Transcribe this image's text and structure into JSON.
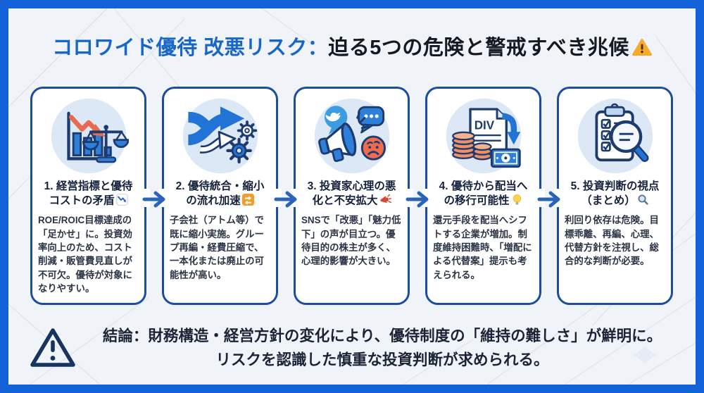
{
  "header": {
    "title_blue": "コロワイド優待 改悪リスク：",
    "title_dark": "迫る5つの危険と警戒すべき兆候",
    "title_emoji": "warning-emoji"
  },
  "cards": [
    {
      "title_line1": "1. 経営指標と優待",
      "title_line2": "コストの矛盾",
      "title_emoji": "chart-decreasing-emoji",
      "icon": "declining-chart-and-balance-scale-icon",
      "body": "ROE/ROIC目標達成の「足かせ」に。投資効率向上のため、コスト削減・販管費見直しが不可欠。優待が対象になりやすい。"
    },
    {
      "title_line1": "2. 優待統合・縮小",
      "title_line2": "の流れ加速",
      "title_emoji": "repeat-emoji",
      "icon": "merging-arrows-and-gears-icon",
      "body": "子会社（アトム等）で既に縮小実施。グループ再編・経費圧縮で、一本化または廃止の可能性が高い。"
    },
    {
      "title_line1": "3. 投資家心理の悪",
      "title_line2": "化と不安拡大",
      "title_emoji": "megaphone-emoji",
      "icon": "sns-megaphone-worried-face-icon",
      "body": "SNSで「改悪」「魅力低下」の声が目立つ。優待目的の株主が多く、心理的影響が大きい。"
    },
    {
      "title_line1": "4. 優待から配当へ",
      "title_line2": "の移行可能性",
      "title_emoji": "lightbulb-emoji",
      "icon": "dividend-document-coins-banknote-icon",
      "icon_text": "DIV",
      "body": "還元手段を配当へシフトする企業が増加。制度維持困難時、「増配による代替案」提示も考えられる。"
    },
    {
      "title_line1": "5. 投資判断の視点",
      "title_line2": "（まとめ）",
      "title_emoji": "magnifier-emoji",
      "icon": "checklist-and-magnifier-icon",
      "body": "利回り依存は危険。目標乖離、再編、心理、代替方針を注視し、総合的な判断が必要。"
    }
  ],
  "conclusion": {
    "icon": "warning-triangle-icon",
    "line1": "結論：財務構造・経営方針の変化により、優待制度の「維持の難しさ」が鮮明に。",
    "line2": "リスクを認識した慎重な投資判断が求められる。"
  },
  "colors": {
    "frame_blue": "#1161d8",
    "background": "#f0f3f8",
    "card_border": "#1d4d9f",
    "title_blue": "#1767c6",
    "title_dark": "#141922",
    "icon_navy": "#1d3b6e",
    "icon_blue": "#2e7fd9",
    "icon_circle_bg": "#dde8f6",
    "accent_red": "#e86a4f",
    "coin_orange": "#f09066",
    "arrow_blue": "#2a64b8",
    "warning_orange": "#f7a928"
  }
}
